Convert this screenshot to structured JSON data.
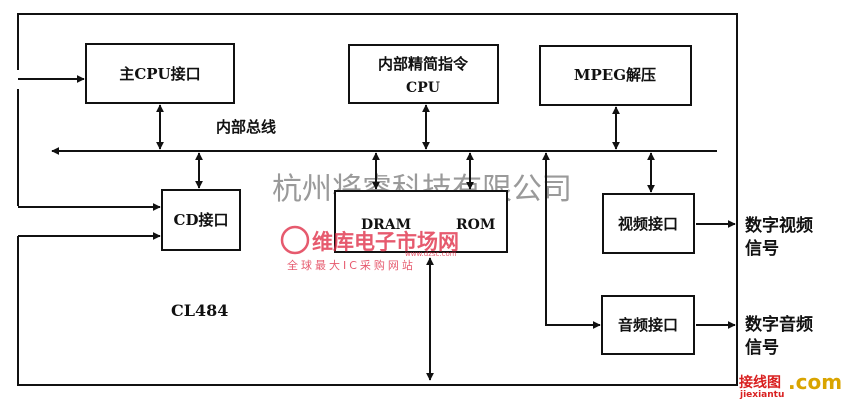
{
  "diagram": {
    "chip_label": "CL484",
    "bus_label": "内部总线",
    "blocks": {
      "host_cpu": "主CPU接口",
      "risc_line1": "内部精简指令",
      "risc_line2": "CPU",
      "mpeg": "MPEG解压",
      "cd": "CD接口",
      "dram": "DRAM",
      "rom": "ROM",
      "video": "视频接口",
      "audio": "音频接口"
    },
    "outputs": {
      "video_line1": "数字视频",
      "video_line2": "信号",
      "audio_line1": "数字音频",
      "audio_line2": "信号"
    }
  },
  "watermarks": {
    "company": "杭州将睿科技有限公司",
    "brand_main": "维库电子市场网",
    "brand_url": "www.dzsc.com",
    "brand_slogan": "全球最大IC采购网站",
    "site_logo": "接线图",
    "site_logo_suffix": ".com",
    "site_logo_sub": "jiexiantu"
  },
  "colors": {
    "line": "#111111",
    "watermark_gray": "#9a9a9a",
    "brand_red": "#e0314a",
    "logo_red": "#d92020",
    "logo_gold": "#d9a400"
  }
}
